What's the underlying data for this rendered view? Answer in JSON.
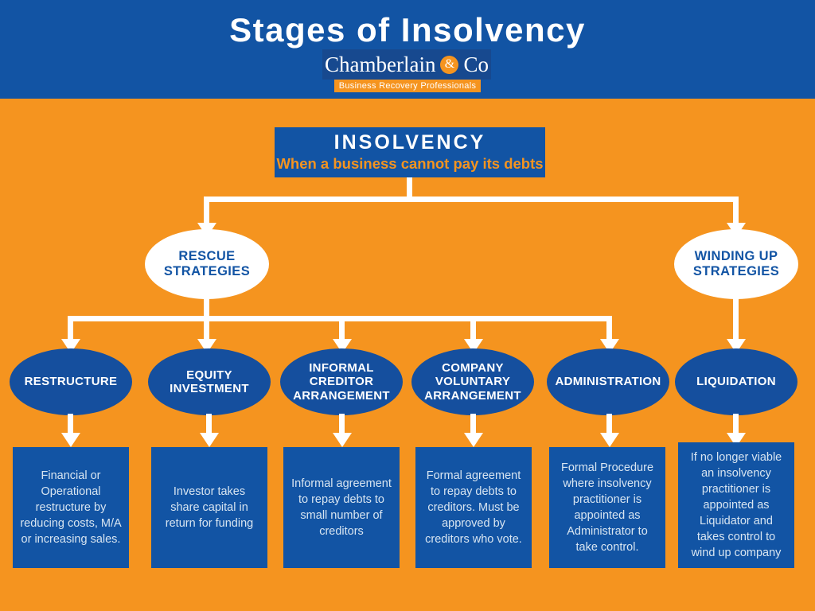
{
  "header": {
    "title": "Stages of Insolvency",
    "logo": {
      "name_left": "Chamberlain",
      "ampersand": "&",
      "name_right": "Co",
      "tagline": "Business Recovery Professionals"
    }
  },
  "root": {
    "title": "INSOLVENCY",
    "subtitle": "When a business cannot pay its debts"
  },
  "branches": [
    {
      "label": "RESCUE STRATEGIES"
    },
    {
      "label": "WINDING UP STRATEGIES"
    }
  ],
  "strategies": [
    {
      "label": "RESTRUCTURE",
      "description": "Financial or Operational restructure by reducing costs, M/A or increasing sales."
    },
    {
      "label": "EQUITY INVESTMENT",
      "description": "Investor takes share capital in return for funding"
    },
    {
      "label": "INFORMAL CREDITOR ARRANGEMENT",
      "description": "Informal agreement to repay debts to small number of creditors"
    },
    {
      "label": "COMPANY VOLUNTARY ARRANGEMENT",
      "description": "Formal agreement to repay debts to creditors. Must be approved by creditors who vote."
    },
    {
      "label": "ADMINISTRATION",
      "description": "Formal Procedure where insolvency practitioner is appointed as Administrator to take control."
    },
    {
      "label": "LIQUIDATION",
      "description": "If no longer viable an insolvency practitioner is appointed as Liquidator and takes control to wind up company"
    }
  ],
  "colors": {
    "blue": "#1254a4",
    "ellipse_blue": "#154f9e",
    "orange": "#f5941f",
    "white": "#ffffff",
    "description_text": "#d8e5f1"
  }
}
